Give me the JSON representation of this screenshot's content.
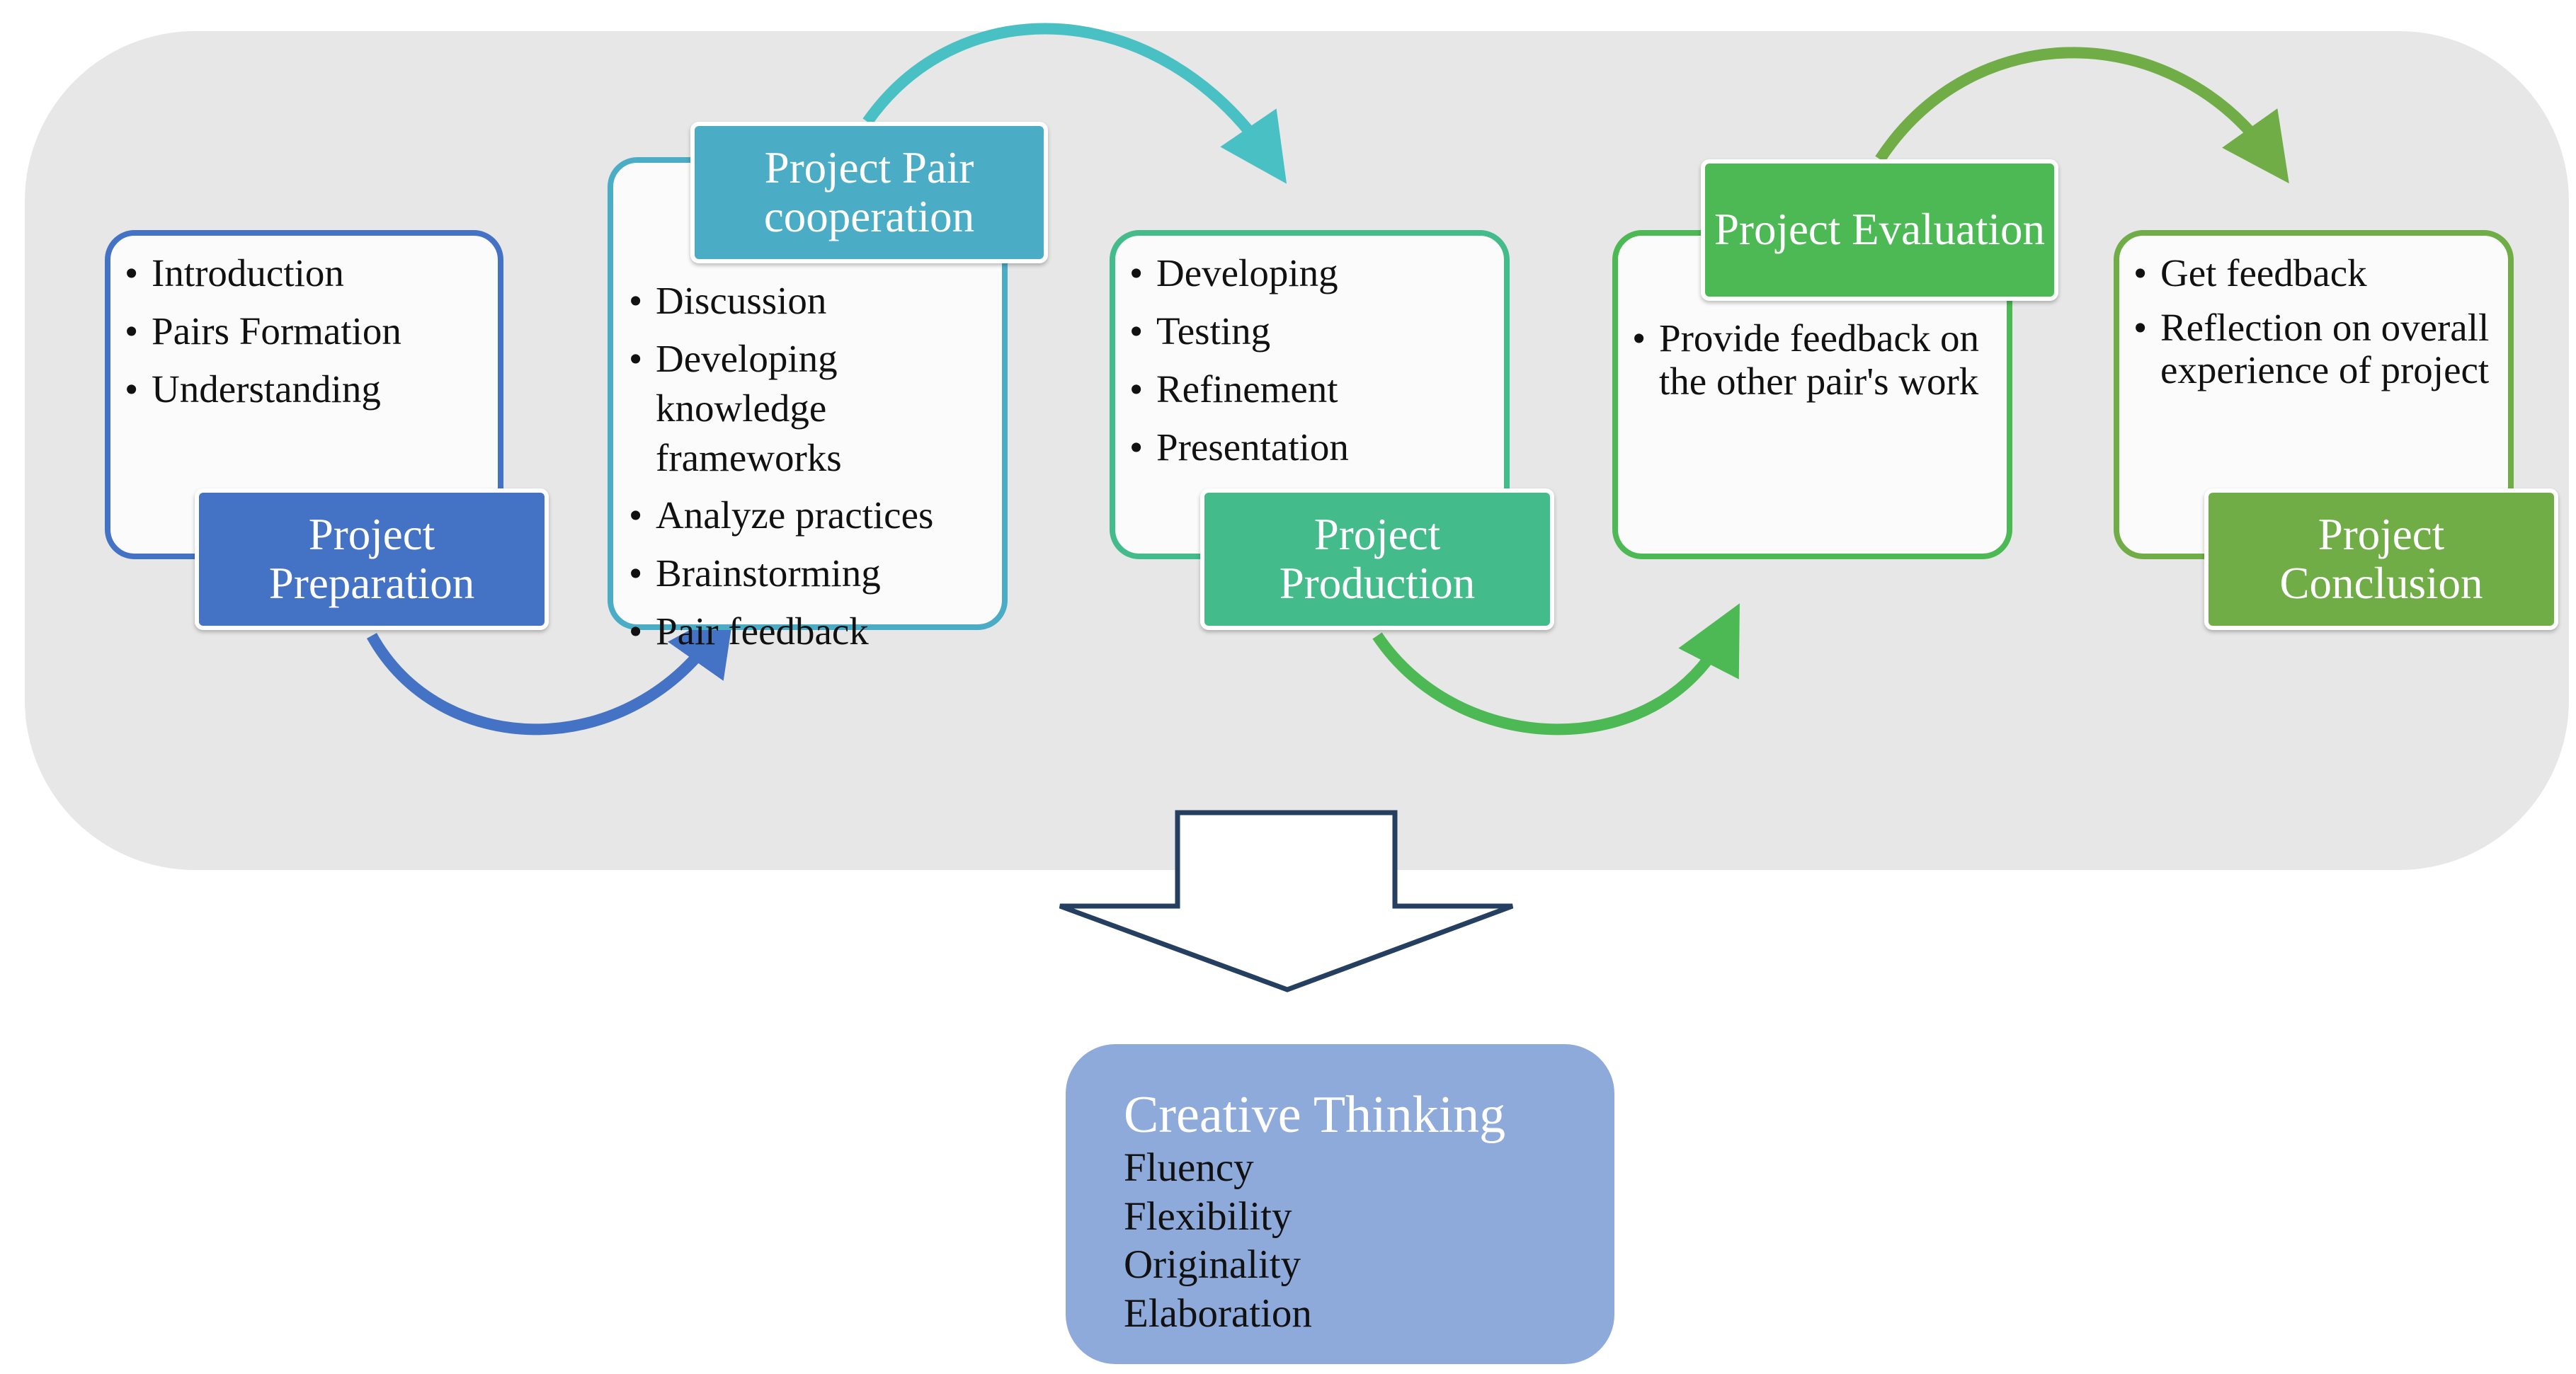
{
  "stages": [
    {
      "label": "Project Preparation",
      "items": [
        "Introduction",
        "Pairs Formation",
        "Understanding"
      ]
    },
    {
      "label": "Project Pair cooperation",
      "items": [
        "Discussion",
        "Developing knowledge frameworks",
        "Analyze practices",
        "Brainstorming",
        "Pair feedback"
      ]
    },
    {
      "label": "Project Production",
      "items": [
        "Developing",
        "Testing",
        "Refinement",
        "Presentation"
      ]
    },
    {
      "label": "Project Evaluation",
      "items": [
        "Provide feedback on the other pair's work"
      ]
    },
    {
      "label": "Project Conclusion",
      "items": [
        "Get feedback",
        "Reflection on overall experience of project"
      ]
    }
  ],
  "outcome": {
    "title": "Creative Thinking",
    "lines": [
      "Fluency",
      "Flexibility",
      "Originality",
      "Elaboration"
    ]
  },
  "colors": {
    "panel": "#e7e7e7",
    "preparation": "#4472c4",
    "pair_cooperation": "#4bacc6",
    "production": "#44bb8b",
    "evaluation": "#4cb955",
    "conclusion": "#70ad47",
    "outcome_box": "#8eaadb",
    "down_arrow_stroke": "#243f60"
  }
}
